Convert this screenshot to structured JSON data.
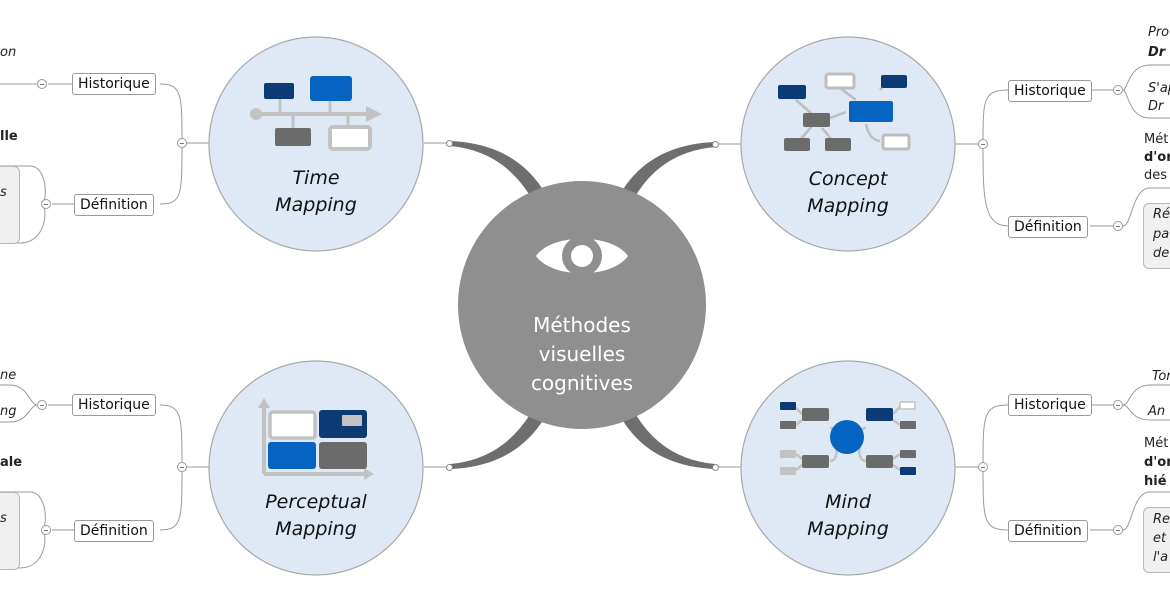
{
  "center": {
    "title_lines": [
      "Méthodes",
      "visuelles",
      "cognitives"
    ],
    "icon": "eye-icon",
    "color": "#8f8f8f"
  },
  "colors": {
    "node_fill": "#dfe9f6",
    "dark_blue": "#0b3a75",
    "mid_blue": "#0563c1",
    "gray": "#6d6d6d",
    "light_gray": "#bfbfbf"
  },
  "nodes": {
    "time": {
      "lines": [
        "Time",
        "Mapping"
      ],
      "icon": "timeline-icon"
    },
    "concept": {
      "lines": [
        "Concept",
        "Mapping"
      ],
      "icon": "concept-map-icon"
    },
    "perceptual": {
      "lines": [
        "Perceptual",
        "Mapping"
      ],
      "icon": "perceptual-grid-icon"
    },
    "mind": {
      "lines": [
        "Mind",
        "Mapping"
      ],
      "icon": "mind-map-icon"
    }
  },
  "labels": {
    "historique": "Historique",
    "definition": "Définition"
  },
  "fragments": {
    "tl": [
      "on",
      "lle",
      "s"
    ],
    "tr": [
      "Pro",
      "Dr",
      "S'ap",
      "Dr",
      "Mét",
      "d'or",
      "des",
      "Ré",
      "pa",
      "de"
    ],
    "bl": [
      "ne",
      "ng",
      "ale",
      "s"
    ],
    "br": [
      "Tor",
      "An",
      "Mét",
      "d'or",
      "hié",
      "Re",
      "et",
      "l'a"
    ]
  }
}
